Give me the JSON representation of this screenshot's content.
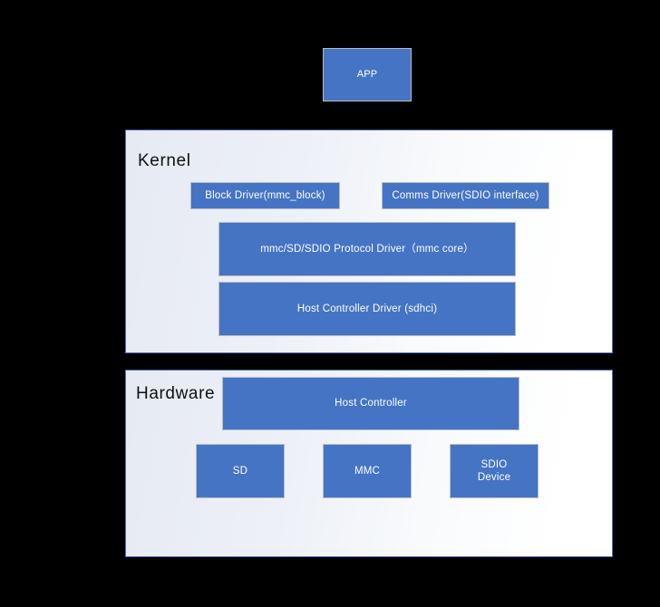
{
  "diagram": {
    "title": "MMC/SD/SDIO Linux software stack",
    "type": "layered-block-diagram",
    "background_color": "#000000",
    "accent_color": "#4574C4",
    "box_border_color": "#B7BCC4",
    "panel_border_color": "#4A71B8",
    "panel_background_color": "#E6EAF3",
    "box_text_color": "#FFFFFF",
    "label_text_color": "#111111"
  },
  "app": {
    "label": "APP"
  },
  "kernel": {
    "label": "Kernel",
    "boxes": {
      "block_driver": "Block Driver(mmc_block)",
      "comms_driver": "Comms Driver(SDIO interface)",
      "protocol_driver": "mmc/SD/SDIO Protocol Driver（mmc core）",
      "host_controller_driver": "Host Controller Driver (sdhci)"
    }
  },
  "hardware": {
    "label": "Hardware",
    "boxes": {
      "host_controller": "Host Controller",
      "sd": "SD",
      "mmc": "MMC",
      "sdio_device": "SDIO\nDevice"
    }
  }
}
